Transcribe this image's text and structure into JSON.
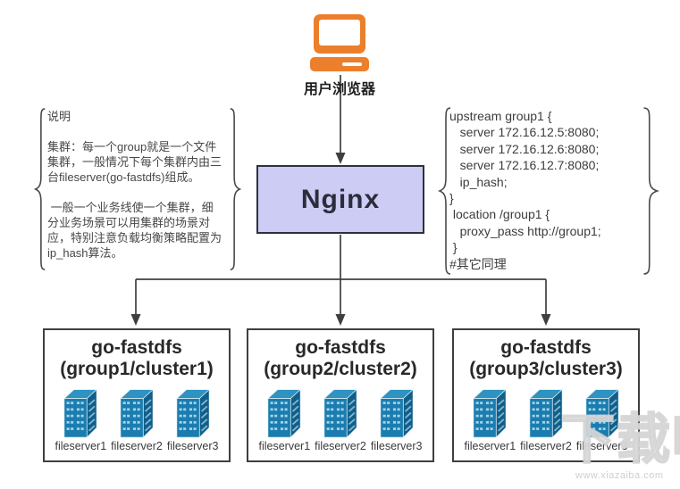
{
  "browser": {
    "label": "用户浏览器"
  },
  "nginx": {
    "label": "Nginx"
  },
  "left_note": {
    "text": "说明\n\n集群：每一个group就是一个文件\n集群，一般情况下每个集群内由三\n台fileserver(go-fastdfs)组成。\n\n 一般一个业务线使一个集群，细\n分业务场景可以用集群的场景对\n应，特别注意负载均衡策略配置为\nip_hash算法。"
  },
  "right_note": {
    "text": "upstream group1 {\n   server 172.16.12.5:8080;\n   server 172.16.12.6:8080;\n   server 172.16.12.7:8080;\n   ip_hash;\n}\n location /group1 {\n   proxy_pass http://group1;\n }\n#其它同理"
  },
  "clusters": [
    {
      "title_line1": "go-fastdfs",
      "title_line2": "(group1/cluster1)",
      "servers": [
        "fileserver1",
        "fileserver2",
        "fileserver3"
      ]
    },
    {
      "title_line1": "go-fastdfs",
      "title_line2": "(group2/cluster2)",
      "servers": [
        "fileserver1",
        "fileserver2",
        "fileserver3"
      ]
    },
    {
      "title_line1": "go-fastdfs",
      "title_line2": "(group3/cluster3)",
      "servers": [
        "fileserver1",
        "fileserver2",
        "fileserver3"
      ]
    }
  ],
  "watermark": {
    "title": "下载吧",
    "url": "www.xiazaiba.com"
  },
  "icons": {
    "browser": "orange monitor with keyboard base",
    "server": "blue 3d server cube"
  },
  "colors": {
    "orange": "#EC7F2B",
    "nginx_fill": "#CCCCF4",
    "nginx_border": "#30303E",
    "line": "#3F3F3F",
    "cube_front": "#1B7DAF",
    "cube_top": "#2E93C0",
    "cube_side": "#115E89",
    "cube_dash": "#A6D3E8"
  }
}
